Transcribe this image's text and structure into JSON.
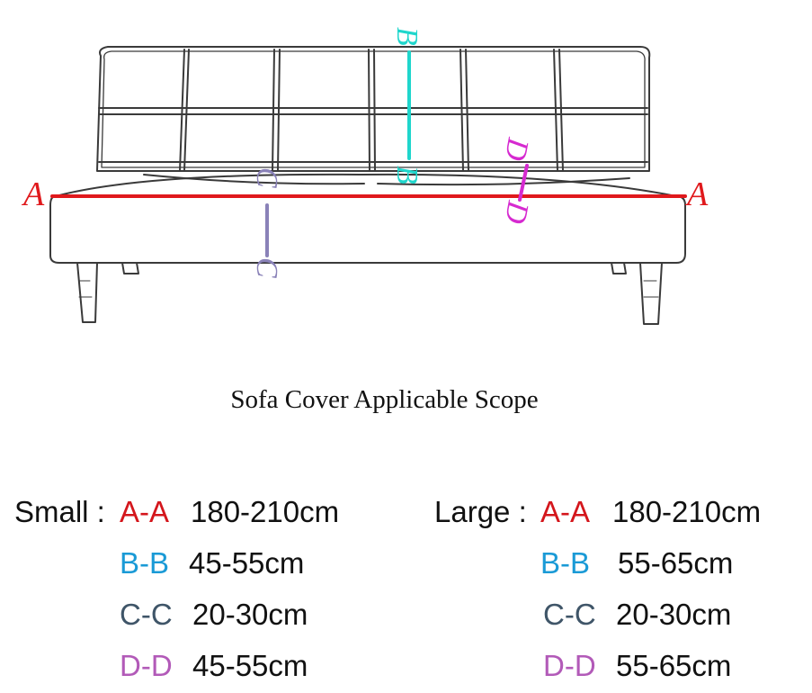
{
  "diagram": {
    "labels": {
      "a_left": "A",
      "a_right": "A",
      "b_top": "B",
      "b_bottom": "B",
      "c_top": "C",
      "c_bottom": "C",
      "d_top": "D",
      "d_bottom": "D"
    },
    "colors": {
      "a": "#e0191c",
      "b": "#1fd6cc",
      "c": "#8a82b8",
      "d": "#d62ad0",
      "outline": "#3a3a3a"
    }
  },
  "caption": "Sofa Cover Applicable Scope",
  "sizes": {
    "small": {
      "label": "Small :",
      "rows": [
        {
          "code": "A-A",
          "value": "180-210cm"
        },
        {
          "code": "B-B",
          "value": "45-55cm"
        },
        {
          "code": "C-C",
          "value": "20-30cm"
        },
        {
          "code": "D-D",
          "value": "45-55cm"
        }
      ]
    },
    "large": {
      "label": "Large :",
      "rows": [
        {
          "code": "A-A",
          "value": "180-210cm"
        },
        {
          "code": "B-B",
          "value": "55-65cm"
        },
        {
          "code": "C-C",
          "value": "20-30cm"
        },
        {
          "code": "D-D",
          "value": "55-65cm"
        }
      ]
    }
  },
  "code_colors": {
    "A-A": "#d4161c",
    "B-B": "#1a9ad6",
    "C-C": "#3f5568",
    "D-D": "#b25ab8"
  }
}
